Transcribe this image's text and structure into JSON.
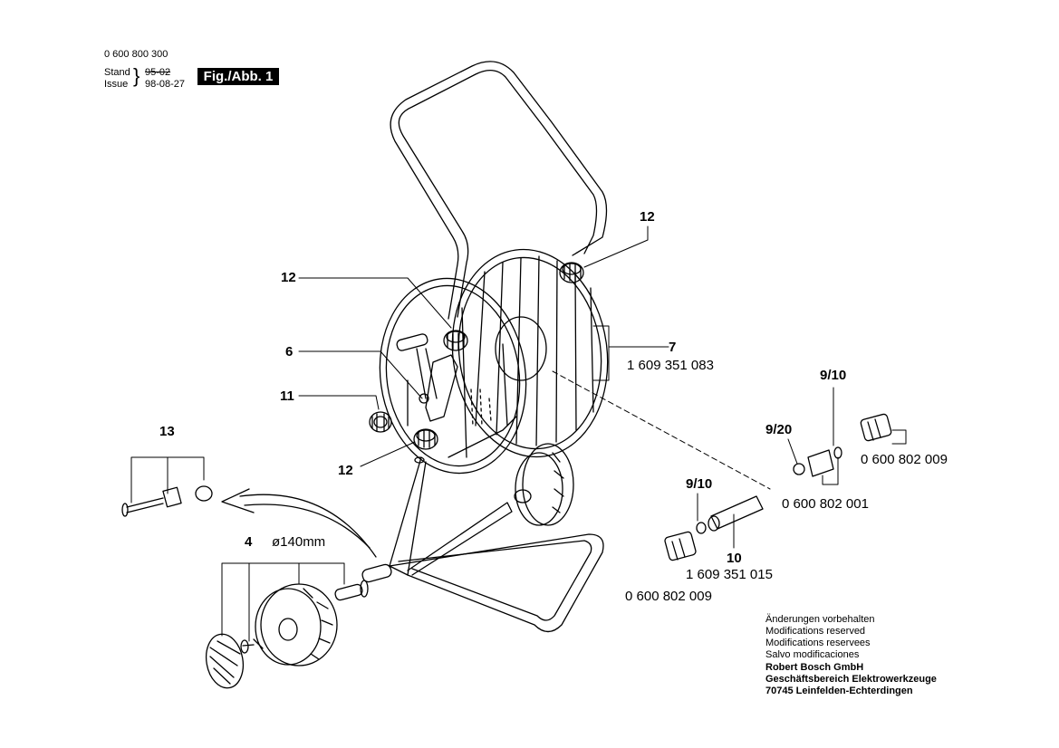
{
  "header": {
    "doc_number": "0 600 800 300",
    "stand_label": "Stand",
    "stand_value": "95-02",
    "issue_label": "Issue",
    "issue_value": "98-08-27",
    "fig_label": "Fig./Abb. 1"
  },
  "callouts": {
    "c12a": "12",
    "c12b": "12",
    "c12c": "12",
    "c6": "6",
    "c11": "11",
    "c13": "13",
    "c4": "4",
    "wheel_diameter": "ø140mm",
    "c7": "7",
    "c7_part": "1 609 351 083",
    "c9_10a": "9/10",
    "c9_20": "9/20",
    "c9_10b": "9/10",
    "c10": "10",
    "c10_part": "1 609 351 015",
    "part_0600802009_a": "0 600 802 009",
    "part_0600802001": "0 600 802 001",
    "part_0600802009_b": "0 600 802 009"
  },
  "footer": {
    "line1": "Änderungen vorbehalten",
    "line2": "Modifications reserved",
    "line3": "Modifications reservees",
    "line4": "Salvo modificaciones",
    "company": "Robert Bosch GmbH",
    "division": "Geschäftsbereich Elektrowerkzeuge",
    "address": "70745 Leinfelden-Echterdingen"
  }
}
